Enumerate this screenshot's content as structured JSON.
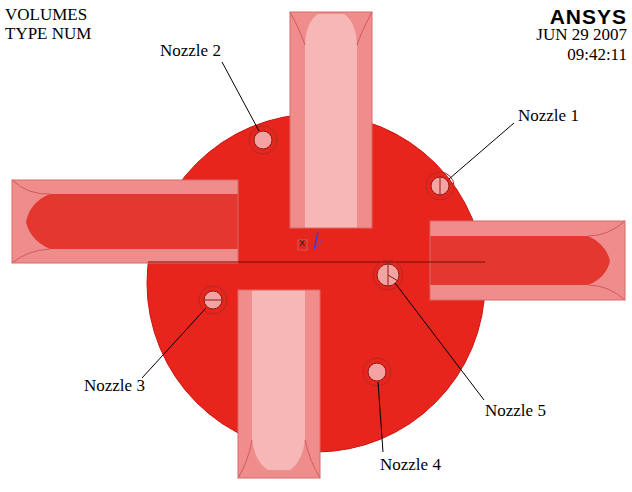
{
  "diagram": {
    "labels": [
      "VOLUMES",
      "TYPE NUM",
      "ANSYS",
      "JUN 29 2007",
      "09:42:11",
      "Nozzle 2",
      "Nozzle 1",
      "Nozzle 3",
      "Nozzle 5",
      "Nozzle 4",
      "X"
    ]
  }
}
